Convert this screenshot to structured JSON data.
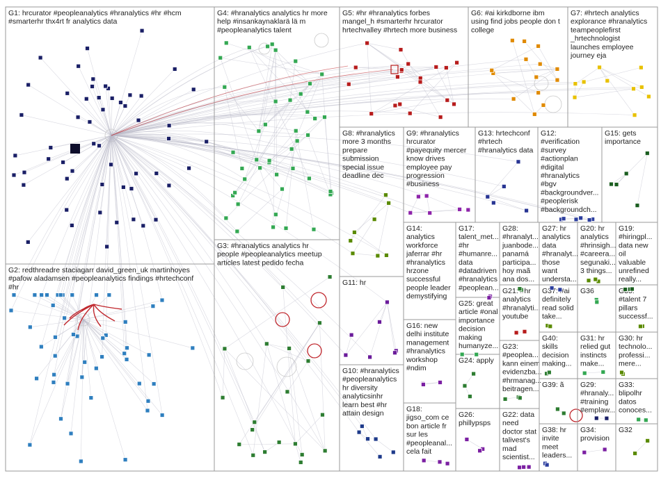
{
  "colors": {
    "G1": "#1a1f66",
    "G2": "#2f7fbf",
    "G3": "#2e7d32",
    "G4": "#34a853",
    "G5": "#b71c1c",
    "G6": "#e08a00",
    "G7": "#e8c100",
    "G8": "#5a8a00",
    "G9": "#8e24aa",
    "G10": "#1e3a8a",
    "G11": "#6a1b9a",
    "G12": "#2c3e9e",
    "G13": "#283593",
    "G14": "#00897b",
    "G15": "#1b5e20",
    "other": "#7b1fa2",
    "edge": "#b9b9c8",
    "highlight": "#c0272d"
  },
  "groups": [
    {
      "id": "G1",
      "label": "G1: hrcurator #peopleanalytics #hranalytics #hr #hcm #smarterhr thx4rt fr analytics data"
    },
    {
      "id": "G2",
      "label": "G2: redthreadre staciagarr david_green_uk martinhoyes #pafow aladamsen #peopleanalytics findings #hrtechconf #hr"
    },
    {
      "id": "G3",
      "label": "G3: #hranalytics analytics hr people #peopleanalytics meetup articles latest pedido fecha"
    },
    {
      "id": "G4",
      "label": "G4: #hranalytics analytics hr more help #insankaynaklarä lä m #peopleanalytics talent"
    },
    {
      "id": "G5",
      "label": "G5: #hr #hranalytics forbes mangel_h #smarterhr hrcurator hrtechvalley #hrtech more business"
    },
    {
      "id": "G6",
      "label": "G6: #ai kirkdborne ibm using find jobs people don t college"
    },
    {
      "id": "G7",
      "label": "G7: #hrtech analytics explorance #hranalytics teampeoplefirst _hrtechnologist launches employee journey eja"
    },
    {
      "id": "G8",
      "label": "G8: #hranalytics more 3 months prepare submission special issue deadline dec"
    },
    {
      "id": "G9",
      "label": "G9: #hranalytics hrcurator #payequity mercer know drives employee pay progression #business"
    },
    {
      "id": "G10",
      "label": "G10: #hranalytics #peopleanalytics hr diversity analyticsinhr learn best #hr attain design"
    },
    {
      "id": "G11",
      "label": "G11: hr"
    },
    {
      "id": "G12",
      "label": "G12: #verification #survey #actionplan #digital #hranalytics #bgv #backgroundver... #peoplerisk #backgroundch..."
    },
    {
      "id": "G13",
      "label": "G13: hrtechconf #hrtech #hranalytics data"
    },
    {
      "id": "G14",
      "label": "G14: analytics workforce jaferrar #hr #hranalytics hrzone successful people leader demystifying"
    },
    {
      "id": "G15",
      "label": "G15: gets importance"
    },
    {
      "id": "G16",
      "label": "G16: new delhi institute management #hranalytics workshop #ndim"
    },
    {
      "id": "G17",
      "label": "G17: talent_met... #hr #humanre... data #datadriven #hranalytics #peoplean..."
    },
    {
      "id": "G18",
      "label": "G18: jigso_com ce bon article fr sur les #peopleanal... cela fait"
    },
    {
      "id": "G19",
      "label": "G19: #hiringpl... data new oil valuable unrefined really..."
    },
    {
      "id": "G20",
      "label": "G20: hr analytics #hrinsigh... #careera... segunaki... 3 things..."
    },
    {
      "id": "G21",
      "label": "G21: #hr analytics #hranalyti... youtube"
    },
    {
      "id": "G22",
      "label": "G22: data need doctor stat talivest's mad scientist..."
    },
    {
      "id": "G23",
      "label": "G23: #peoplea... kann einem evidenzba... #hrmanag... beitragen..."
    },
    {
      "id": "G24",
      "label": "G24: apply"
    },
    {
      "id": "G25",
      "label": "G25: great article #onal importance decision making humanyze..."
    },
    {
      "id": "G26",
      "label": "G26: phillypsps"
    },
    {
      "id": "G27",
      "label": "G27: hr analytics data #hranalyt... those want understa..."
    },
    {
      "id": "G28",
      "label": "G28: #hranalyt... juanbode... panamá participa... hoy maã ana dos..."
    },
    {
      "id": "G29",
      "label": "G29: #hranaly... #training #emplaw..."
    },
    {
      "id": "G30",
      "label": "G30: hr technolo... professi... mere..."
    },
    {
      "id": "G31",
      "label": "G31: hr relied gut instincts make..."
    },
    {
      "id": "G32",
      "label": "G32"
    },
    {
      "id": "G33",
      "label": "G33: blipolhr datos conoces..."
    },
    {
      "id": "G34",
      "label": "G34: provision"
    },
    {
      "id": "G35",
      "label": "G35: #talent 7 pillars successf..."
    },
    {
      "id": "G36",
      "label": "G36"
    },
    {
      "id": "G37",
      "label": "G37: #ai definitely read solid take..."
    },
    {
      "id": "G38",
      "label": "G38: hr invite meet leaders..."
    },
    {
      "id": "G39",
      "label": "G39: ã"
    },
    {
      "id": "G40",
      "label": "G40: skills decision making..."
    }
  ]
}
